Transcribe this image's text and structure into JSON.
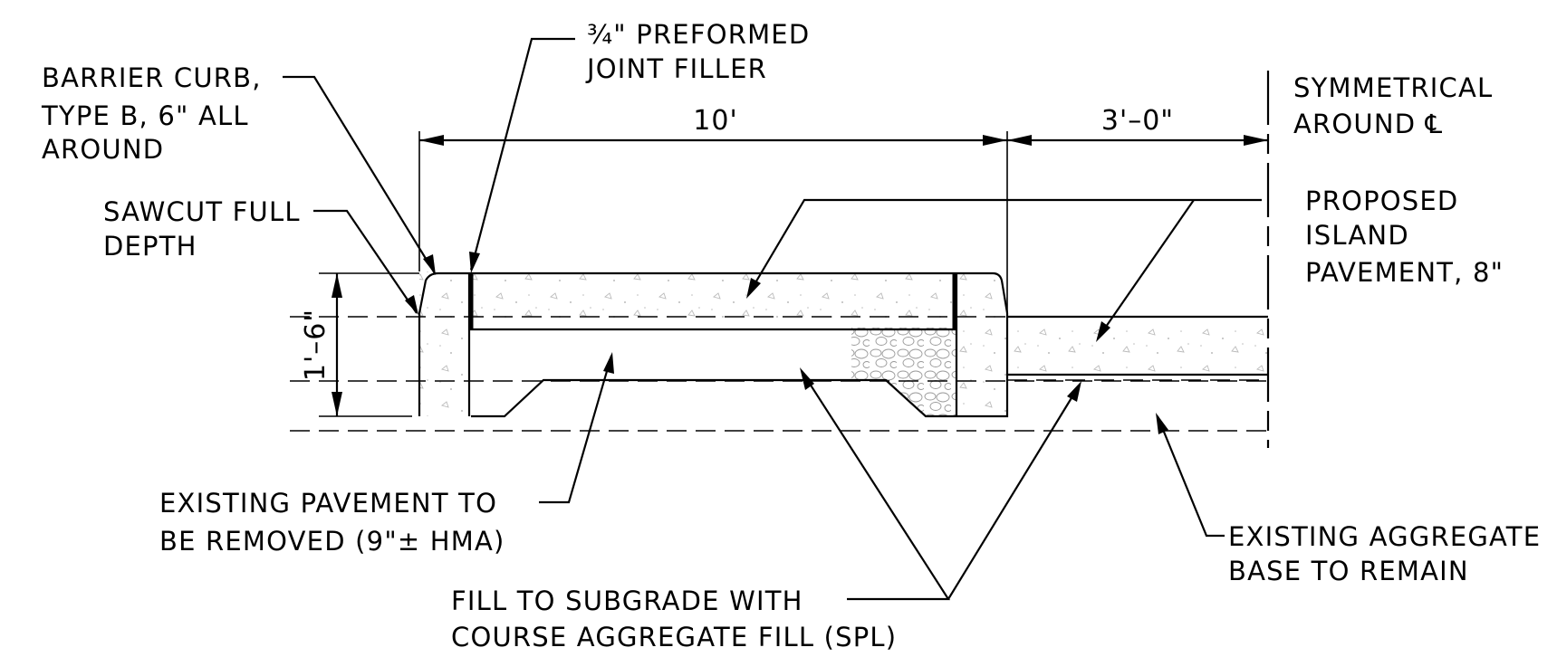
{
  "labels": {
    "joint_filler": [
      "¾\" PREFORMED",
      "JOINT FILLER"
    ],
    "barrier_curb": [
      "BARRIER CURB,",
      "TYPE B, 6\" ALL",
      "AROUND"
    ],
    "sawcut": [
      "SAWCUT FULL",
      "DEPTH"
    ],
    "symmetrical": [
      "SYMMETRICAL",
      "AROUND ℄"
    ],
    "proposed_island": [
      "PROPOSED",
      "ISLAND",
      "PAVEMENT, 8\""
    ],
    "existing_pavement": [
      "EXISTING PAVEMENT TO",
      "BE REMOVED (9\"± HMA)"
    ],
    "fill_subgrade": [
      "FILL TO SUBGRADE WITH",
      "COURSE AGGREGATE FILL (SPL)"
    ],
    "existing_aggregate": [
      "EXISTING AGGREGATE",
      "BASE TO REMAIN"
    ]
  },
  "dimensions": {
    "width_main": "10'",
    "width_side": "3'–0\"",
    "depth": "1'–6\""
  }
}
